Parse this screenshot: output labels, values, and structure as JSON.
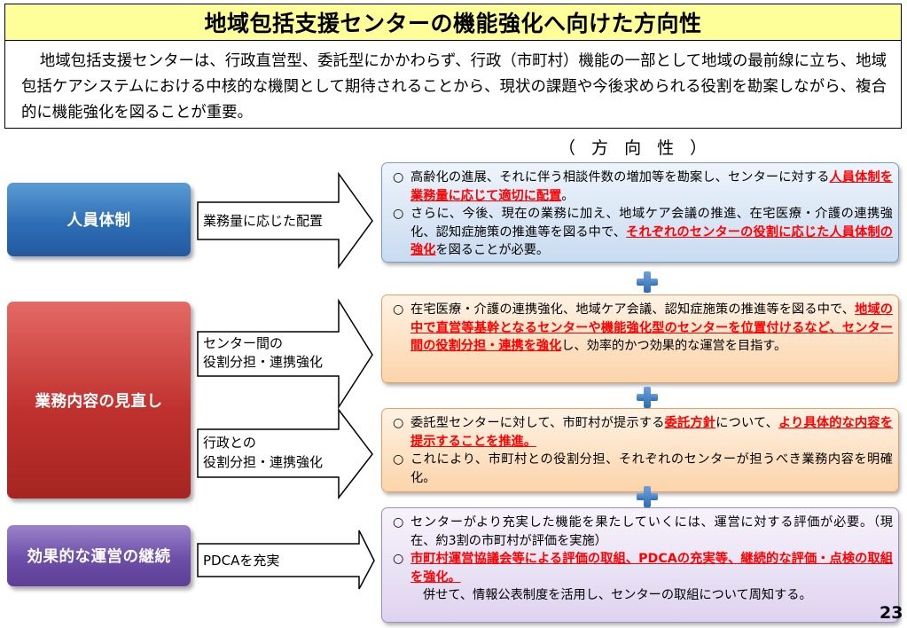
{
  "title": "地域包括支援センターの機能強化へ向けた方向性",
  "intro": "地域包括支援センターは、行政直営型、委託型にかかわらず、行政（市町村）機能の一部として地域の最前線に立ち、地域包括ケアシステムにおける中核的な機関として期待されることから、現状の課題や今後求められる役割を勘案しながら、複合的に機能強化を図ることが重要。",
  "direction_header": "（ 方 向 性 ）",
  "categories": {
    "staffing": "人員体制",
    "review": "業務内容の見直し",
    "effective": "効果的な運営の継続"
  },
  "category_colors": {
    "staffing": "#2e6eb5",
    "review": "#c0312e",
    "effective": "#6d4ea8"
  },
  "arrows": {
    "a1": {
      "line1": "業務量に応じた配置"
    },
    "a2": {
      "line1": "センター間の",
      "line2": "役割分担・連携強化"
    },
    "a3": {
      "line1": "行政との",
      "line2": "役割分担・連携強化"
    },
    "a4": {
      "line1": "PDCAを充実"
    }
  },
  "boxes": {
    "b1": {
      "i1": {
        "mark": "○",
        "t1": "高齢化の進展、それに伴う相談件数の増加等を勘案し、センターに対する",
        "e1": "人員体制を業務量に応じて適切に配置",
        "t2": "。"
      },
      "i2": {
        "mark": "○",
        "t1": "さらに、今後、現在の業務に加え、地域ケア会議の推進、在宅医療・介護の連携強化、認知症施策の推進等を図る中で、",
        "e1": "それぞれのセンターの役割に応じた人員体制の強化",
        "t2": "を図ることが必要。"
      }
    },
    "b2": {
      "i1": {
        "mark": "○",
        "t1": "在宅医療・介護の連携強化、地域ケア会議、認知症施策の推進等を図る中で、",
        "e1": "地域の中で直営等基幹となるセンターや機能強化型のセンターを位置付けるなど、センター間の役割分担・連携を強化",
        "t2": "し、効率的かつ効果的な運営を目指す。"
      }
    },
    "b3": {
      "i1": {
        "mark": "○",
        "t1": "委託型センターに対して、市町村が提示する",
        "e1": "委託方針",
        "t2": "について、",
        "e2": "より具体的な内容を提示することを推進。"
      },
      "i2": {
        "mark": "○",
        "t1": "これにより、市町村との役割分担、それぞれのセンターが担うべき業務内容を明確化。"
      }
    },
    "b4": {
      "i1": {
        "mark": "○",
        "t1": "センターがより充実した機能を果たしていくには、運営に対する評価が必要。（現在、約3割の市町村が評価を実施）"
      },
      "i2": {
        "mark": "○",
        "e1": "市町村運営協議会等による評価の取組、PDCAの充実等、継続的な評価・点検の取組を強化。"
      },
      "i3": {
        "t1": "併せて、情報公表制度を活用し、センターの取組について周知する。"
      }
    }
  },
  "page_number": "23"
}
